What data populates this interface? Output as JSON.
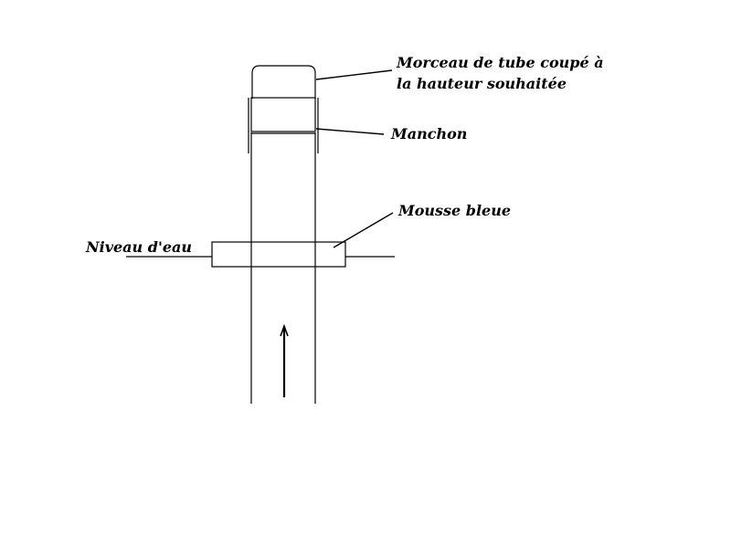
{
  "labels": {
    "tube_piece_line1": "Morceau de tube coupé à",
    "tube_piece_line2": "la hauteur souhaitée",
    "sleeve": "Manchon",
    "foam": "Mousse bleue",
    "water_level": "Niveau d'eau"
  },
  "colors": {
    "stroke": "#000000",
    "background": "#ffffff"
  }
}
